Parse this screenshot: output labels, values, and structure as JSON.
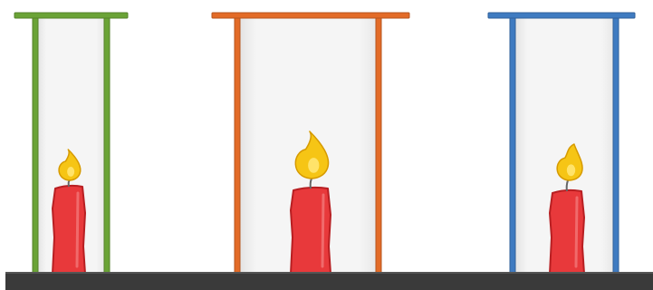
{
  "scene": {
    "background": "#ffffff",
    "table_color": "#3a3a3a",
    "table_edge_color": "#555555",
    "glass_fill": "#ebebeb",
    "candle_color": "#e8393b",
    "candle_outline": "#b81f22",
    "flame_color": "#f6c515",
    "flame_outline": "#d69a00",
    "wick_color": "#666666"
  },
  "jars": [
    {
      "name": "jar-left",
      "color": "#6aa336",
      "icon": "glass-jar-icon"
    },
    {
      "name": "jar-middle",
      "color": "#e36b27",
      "icon": "glass-jar-icon"
    },
    {
      "name": "jar-right",
      "color": "#3f7bc1",
      "icon": "glass-jar-icon"
    }
  ],
  "candles": [
    {
      "name": "candle-left",
      "icon": "candle-icon",
      "flame_icon": "flame-icon"
    },
    {
      "name": "candle-middle",
      "icon": "candle-icon",
      "flame_icon": "flame-icon"
    },
    {
      "name": "candle-right",
      "icon": "candle-icon",
      "flame_icon": "flame-icon"
    }
  ]
}
